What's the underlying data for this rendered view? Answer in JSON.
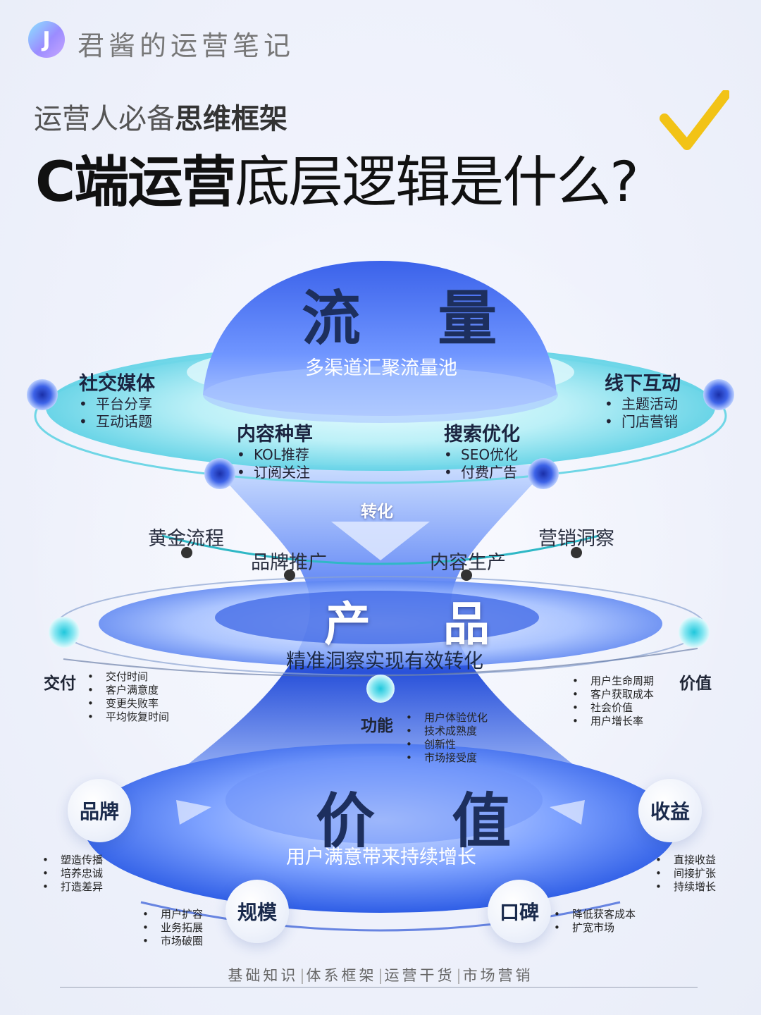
{
  "header": {
    "logo_letter": "J",
    "brand": "君酱的运营笔记",
    "subtitle_normal": "运营人必备",
    "subtitle_bold": "思维框架",
    "title_bold": "C端运营",
    "title_normal": "底层逻辑是什么?",
    "check_icon": "check-icon"
  },
  "traffic": {
    "title": "流 量",
    "desc": "多渠道汇聚流量池",
    "groups": [
      {
        "title": "社交媒体",
        "items": [
          "平台分享",
          "互动话题"
        ]
      },
      {
        "title": "线下互动",
        "items": [
          "主题活动",
          "门店营销"
        ]
      },
      {
        "title": "内容种草",
        "items": [
          "KOL推荐",
          "订阅关注"
        ]
      },
      {
        "title": "搜索优化",
        "items": [
          "SEO优化",
          "付费广告"
        ]
      }
    ]
  },
  "conversion": {
    "label": "转化",
    "nodes": [
      "黄金流程",
      "品牌推广",
      "内容生产",
      "营销洞察"
    ]
  },
  "product": {
    "title": "产 品",
    "desc": "精准洞察实现有效转化",
    "delivery": {
      "label": "交付",
      "items": [
        "交付时间",
        "客户满意度",
        "变更失败率",
        "平均恢复时间"
      ]
    },
    "function": {
      "label": "功能",
      "items": [
        "用户体验优化",
        "技术成熟度",
        "创新性",
        "市场接受度"
      ]
    },
    "value": {
      "label": "价值",
      "items": [
        "用户生命周期",
        "客户获取成本",
        "社会价值",
        "用户增长率"
      ]
    }
  },
  "value": {
    "title": "价 值",
    "desc": "用户满意带来持续增长",
    "brand": {
      "label": "品牌",
      "items": [
        "塑造传播",
        "培养忠诚",
        "打造差异"
      ]
    },
    "income": {
      "label": "收益",
      "items": [
        "直接收益",
        "间接扩张",
        "持续增长"
      ]
    },
    "scale": {
      "label": "规模",
      "items": [
        "用户扩容",
        "业务拓展",
        "市场破圈"
      ]
    },
    "reputation": {
      "label": "口碑",
      "items": [
        "降低获客成本",
        "扩宽市场"
      ]
    }
  },
  "footer": {
    "items": [
      "基础知识",
      "体系框架",
      "运营干货",
      "市场营销"
    ]
  },
  "colors": {
    "deep_blue": "#1e4fe0",
    "light_blue": "#8fb4ff",
    "cyan_ring": "#39c6d6",
    "check_yellow": "#f2c316"
  }
}
